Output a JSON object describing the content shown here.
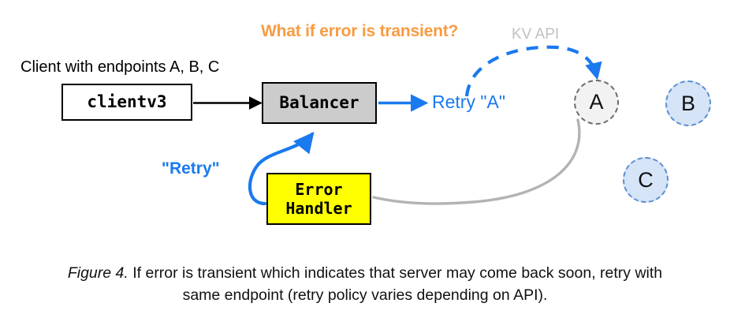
{
  "diagram": {
    "title_transient": "What if error is transient?",
    "kv_api_label": "KV API",
    "client_caption": "Client with endpoints A, B, C",
    "retry_a_label": "Retry \"A\"",
    "retry_quoted_label": "\"Retry\"",
    "boxes": {
      "clientv3": "clientv3",
      "balancer": "Balancer",
      "error_handler_line1": "Error",
      "error_handler_line2": "Handler"
    },
    "endpoints": [
      {
        "id": "a",
        "label": "A",
        "state": "down-retrying",
        "fill": "#f2f2f2",
        "stroke": "#6b6b6b"
      },
      {
        "id": "b",
        "label": "B",
        "state": "available",
        "fill": "#d6e4f7",
        "stroke": "#5b8ed0"
      },
      {
        "id": "c",
        "label": "C",
        "state": "available",
        "fill": "#d6e4f7",
        "stroke": "#5b8ed0"
      }
    ],
    "colors": {
      "accent_orange": "#f89b41",
      "accent_blue": "#1a7aee",
      "gray_label": "#c0c0c0",
      "gray_edge": "#b3b3b3",
      "balancer_fill": "#cccccc",
      "error_handler_fill": "#ffff00"
    }
  },
  "caption": {
    "figure_number": "Figure 4.",
    "line1": " If error is transient which indicates that server may come back soon,",
    "line2": "retry with same endpoint (retry policy varies depending on API)."
  }
}
